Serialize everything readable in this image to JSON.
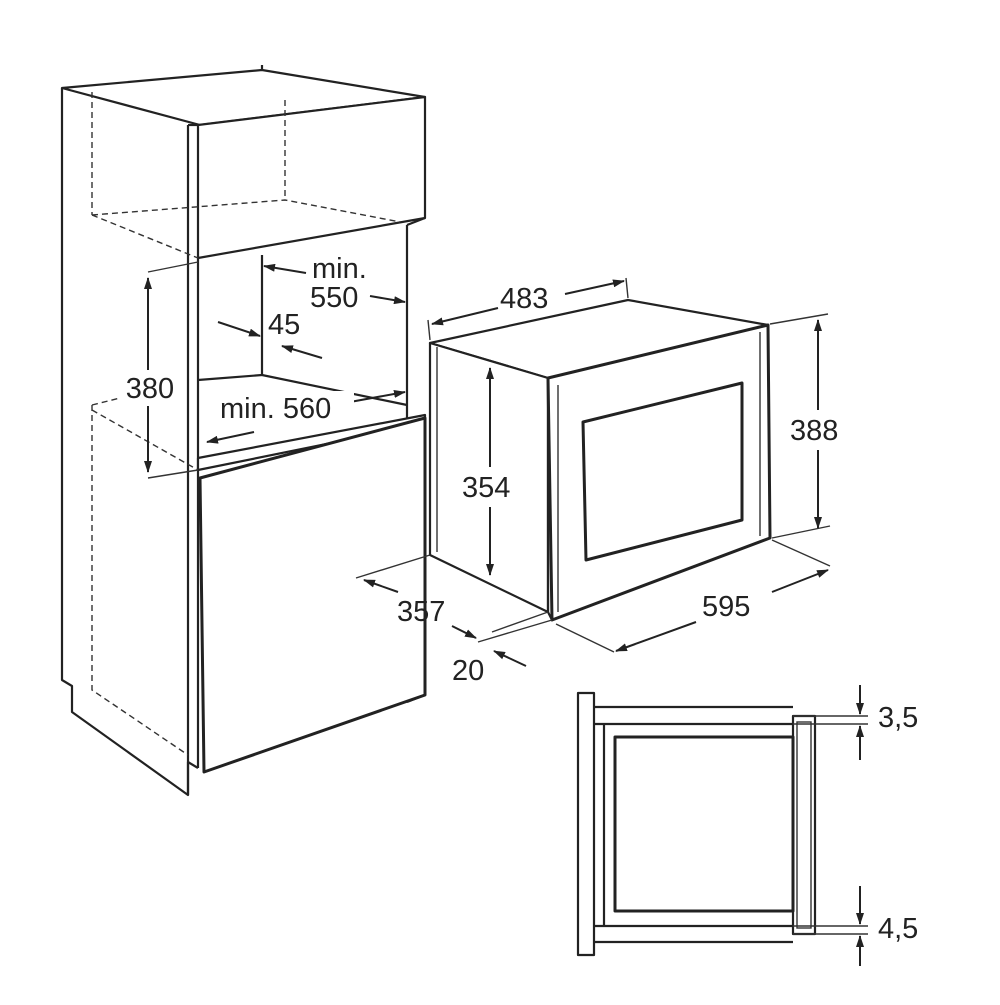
{
  "dimensions": {
    "cabinet_min_width": {
      "prefix": "min.",
      "value": "550"
    },
    "rear_vent": "45",
    "niche_height": "380",
    "cabinet_min_depth": "min. 560",
    "oven_width_body": "483",
    "oven_height_front": "388",
    "oven_height_body": "354",
    "oven_depth": "357",
    "front_panel_depth": "20",
    "oven_front_width": "595",
    "gap_top": "3,5",
    "gap_bottom": "4,5"
  }
}
